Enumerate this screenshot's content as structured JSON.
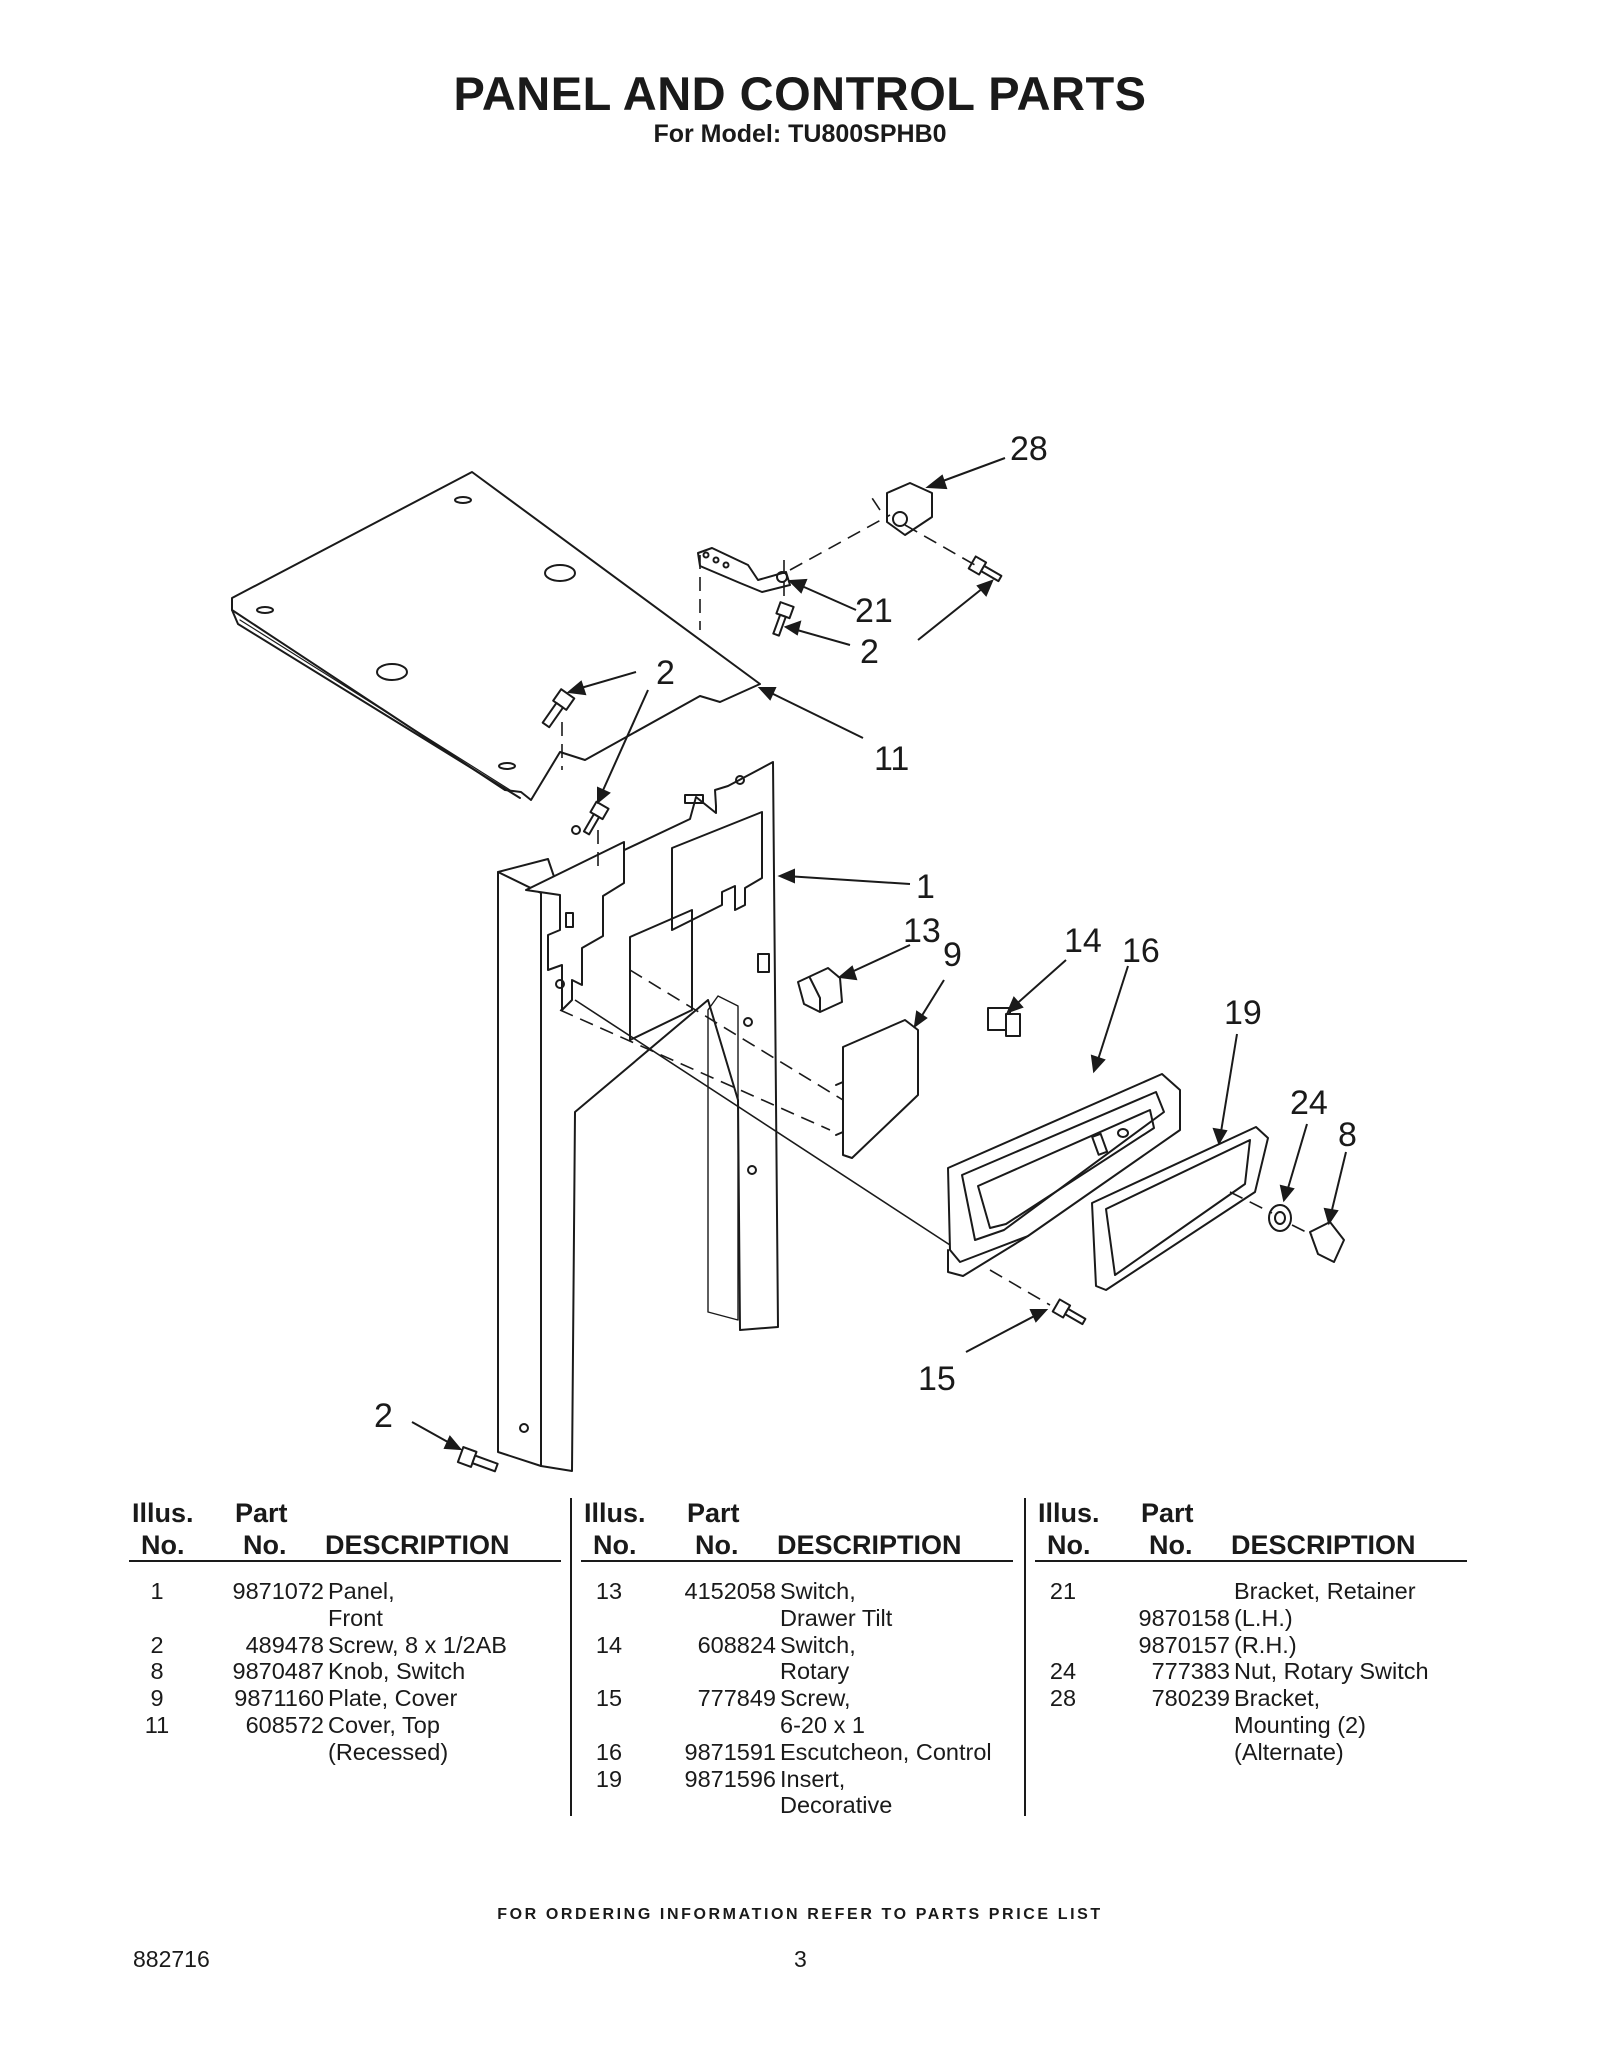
{
  "header": {
    "title": "PANEL AND CONTROL PARTS",
    "subtitle": "For Model: TU800SPHB0"
  },
  "callouts": [
    "28",
    "21",
    "2",
    "2",
    "11",
    "2",
    "1",
    "13",
    "9",
    "14",
    "16",
    "19",
    "24",
    "8",
    "15",
    "2"
  ],
  "table": {
    "headers": {
      "illus_line1": "Illus.",
      "illus_line2": "No.",
      "part_line1": "Part",
      "part_line2": "No.",
      "description": "DESCRIPTION"
    },
    "columns": [
      [
        {
          "illus": "1",
          "part": "9871072",
          "desc": "Panel,"
        },
        {
          "illus": "",
          "part": "",
          "desc": "Front"
        },
        {
          "illus": "2",
          "part": "489478",
          "desc": "Screw, 8 x 1/2AB"
        },
        {
          "illus": "8",
          "part": "9870487",
          "desc": "Knob, Switch"
        },
        {
          "illus": "9",
          "part": "9871160",
          "desc": "Plate, Cover"
        },
        {
          "illus": "11",
          "part": "608572",
          "desc": "Cover, Top"
        },
        {
          "illus": "",
          "part": "",
          "desc": "(Recessed)"
        }
      ],
      [
        {
          "illus": "13",
          "part": "4152058",
          "desc": "Switch,"
        },
        {
          "illus": "",
          "part": "",
          "desc": "Drawer Tilt"
        },
        {
          "illus": "14",
          "part": "608824",
          "desc": "Switch,"
        },
        {
          "illus": "",
          "part": "",
          "desc": "Rotary"
        },
        {
          "illus": "15",
          "part": "777849",
          "desc": "Screw,"
        },
        {
          "illus": "",
          "part": "",
          "desc": "6-20 x 1"
        },
        {
          "illus": "16",
          "part": "9871591",
          "desc": "Escutcheon, Control"
        },
        {
          "illus": "19",
          "part": "9871596",
          "desc": "Insert,"
        },
        {
          "illus": "",
          "part": "",
          "desc": "Decorative"
        }
      ],
      [
        {
          "illus": "21",
          "part": "",
          "desc": "Bracket, Retainer"
        },
        {
          "illus": "",
          "part": "9870158",
          "desc": "(L.H.)"
        },
        {
          "illus": "",
          "part": "9870157",
          "desc": "(R.H.)"
        },
        {
          "illus": "24",
          "part": "777383",
          "desc": "Nut, Rotary Switch"
        },
        {
          "illus": "28",
          "part": "780239",
          "desc": "Bracket,"
        },
        {
          "illus": "",
          "part": "",
          "desc": "Mounting (2)"
        },
        {
          "illus": "",
          "part": "",
          "desc": "(Alternate)"
        }
      ]
    ]
  },
  "footer": {
    "note": "FOR ORDERING INFORMATION REFER TO PARTS PRICE LIST",
    "doc_number": "882716",
    "page": "3"
  }
}
